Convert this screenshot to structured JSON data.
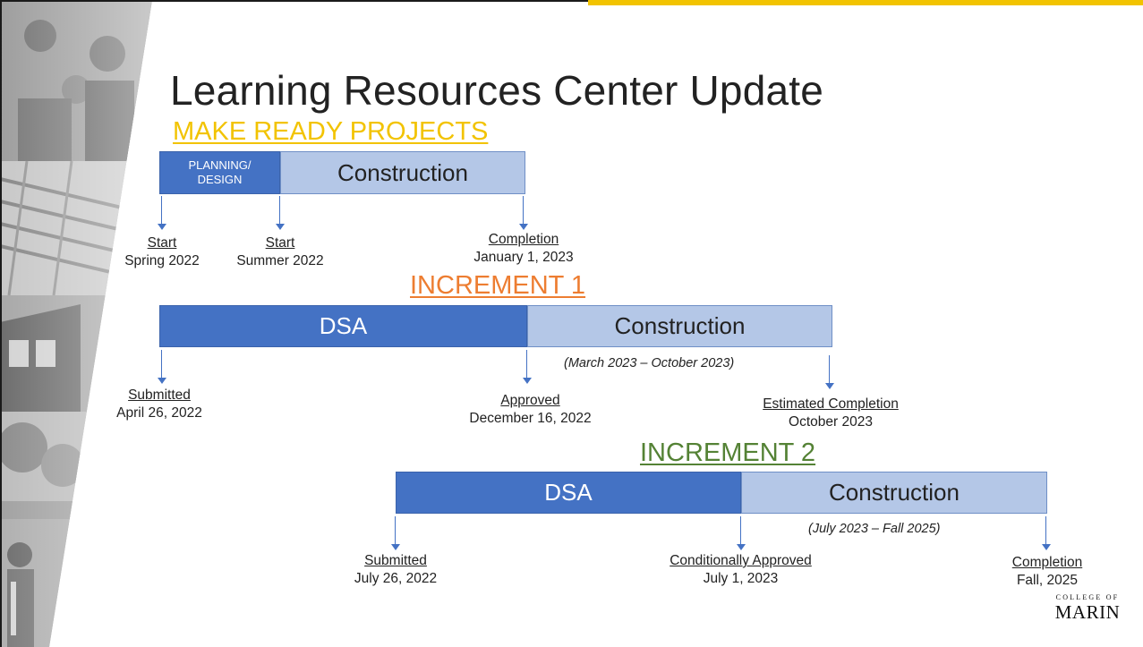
{
  "title": "Learning Resources Center Update",
  "sections": {
    "make_ready": {
      "heading": "MAKE READY PROJECTS",
      "heading_color": "#f2c300",
      "bar_planning_line1": "PLANNING/",
      "bar_planning_line2": "DESIGN",
      "bar_construction": "Construction",
      "milestones": [
        {
          "label": "Start",
          "date": "Spring 2022"
        },
        {
          "label": "Start",
          "date": "Summer 2022"
        },
        {
          "label": "Completion",
          "date": "January 1, 2023"
        }
      ]
    },
    "increment1": {
      "heading": "INCREMENT 1",
      "heading_color": "#ed7d31",
      "bar_dsa": "DSA",
      "bar_construction": "Construction",
      "period": "(March 2023 – October 2023)",
      "milestones": [
        {
          "label": "Submitted",
          "date": "April 26, 2022"
        },
        {
          "label": "Approved",
          "date": "December 16, 2022"
        },
        {
          "label": "Estimated Completion",
          "date": "October 2023"
        }
      ]
    },
    "increment2": {
      "heading": "INCREMENT 2",
      "heading_color": "#548235",
      "bar_dsa": "DSA",
      "bar_construction": "Construction",
      "period": "(July 2023 – Fall 2025)",
      "milestones": [
        {
          "label": "Submitted",
          "date": "July 26, 2022"
        },
        {
          "label": "Conditionally Approved",
          "date": "July 1, 2023"
        },
        {
          "label": "Completion",
          "date": "Fall, 2025"
        }
      ]
    }
  },
  "logo": {
    "line1": "COLLEGE OF",
    "line2": "MARIN"
  },
  "colors": {
    "bar_dark": "#4472c4",
    "bar_light": "#b4c7e7",
    "arrow": "#4472c4",
    "accent_gold": "#f2c300"
  }
}
